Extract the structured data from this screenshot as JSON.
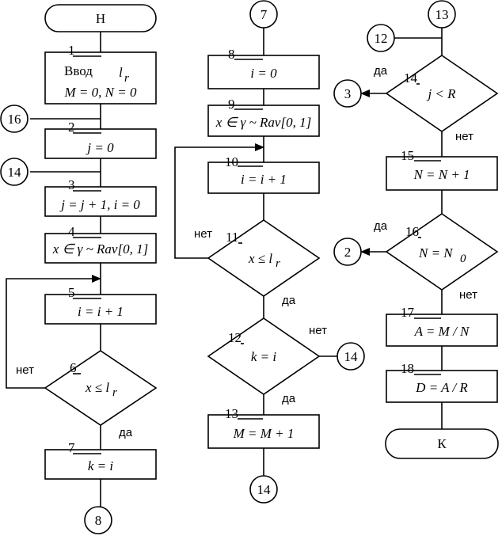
{
  "start_label": "Н",
  "end_label": "К",
  "yes_label": "да",
  "no_label": "нет",
  "blocks": {
    "b1": {
      "num": "1",
      "line1": "Ввод",
      "line1_var": "l",
      "line1_sub": "r",
      "line2": "M = 0, N = 0"
    },
    "b2": {
      "num": "2",
      "text": "j = 0"
    },
    "b3": {
      "num": "3",
      "text": "j = j + 1, i = 0"
    },
    "b4": {
      "num": "4",
      "text": "x ∈ γ ~ Rav[0, 1]"
    },
    "b5": {
      "num": "5",
      "text": "i = i + 1"
    },
    "b6": {
      "num": "6",
      "text": "x ≤ l",
      "sub": "r"
    },
    "b7": {
      "num": "7",
      "text": "k = i"
    },
    "b8": {
      "num": "8",
      "text": "i = 0"
    },
    "b9": {
      "num": "9",
      "text": "x ∈ γ ~ Rav[0, 1]"
    },
    "b10": {
      "num": "10",
      "text": "i = i + 1"
    },
    "b11": {
      "num": "11",
      "text": "x ≤ l",
      "sub": "r"
    },
    "b12": {
      "num": "12",
      "text": "k = i"
    },
    "b13": {
      "num": "13",
      "text": "M = M + 1"
    },
    "b14": {
      "num": "14",
      "text": "j < R"
    },
    "b15": {
      "num": "15",
      "text": "N = N + 1"
    },
    "b16": {
      "num": "16",
      "text": "N = N",
      "sub": "0"
    },
    "b17": {
      "num": "17",
      "text": "A = M / N"
    },
    "b18": {
      "num": "18",
      "text": "D = A / R"
    }
  },
  "connectors": {
    "c16_in": "16",
    "c14_in": "14",
    "c8_out": "8",
    "c7_in": "7",
    "c14_no": "14",
    "c14_out": "14",
    "c13_in": "13",
    "c12_in": "12",
    "c3_out": "3",
    "c2_out": "2"
  }
}
